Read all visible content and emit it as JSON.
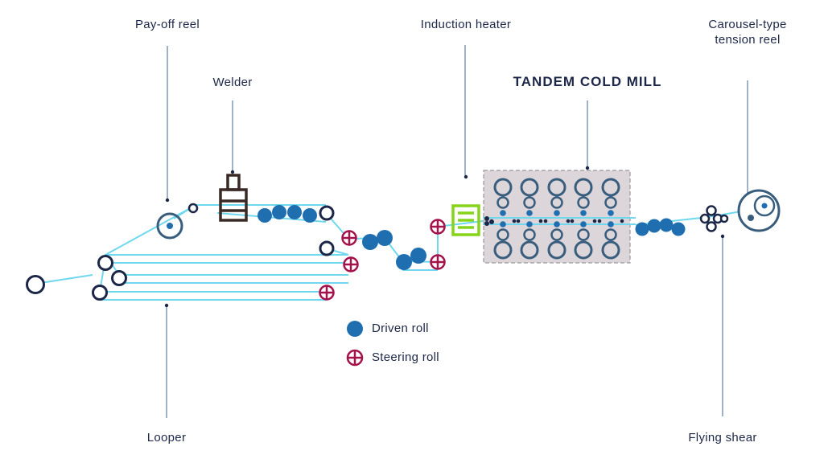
{
  "diagram": {
    "title": "TANDEM COLD MILL",
    "labels": {
      "payoff_reel": "Pay-off reel",
      "welder": "Welder",
      "induction_heater": "Induction heater",
      "tension_reel_line1": "Carousel-type",
      "tension_reel_line2": "tension reel",
      "looper": "Looper",
      "flying_shear": "Flying shear"
    },
    "legend": [
      {
        "label": "Driven roll",
        "icon": "driven-roll-icon"
      },
      {
        "label": "Steering roll",
        "icon": "steering-roll-icon"
      }
    ],
    "colors": {
      "strip": "#6fd8ee",
      "driven_roll": "#1f6fb0",
      "steering_roll": "#a3124a",
      "outline": "#1c2748",
      "mill_housing": "#dcd5d9",
      "mill_rolls": "#385d7d",
      "welder": "#3a2a26",
      "induction_heater": "#86d419",
      "leader_line": "#5f7ea0"
    }
  }
}
